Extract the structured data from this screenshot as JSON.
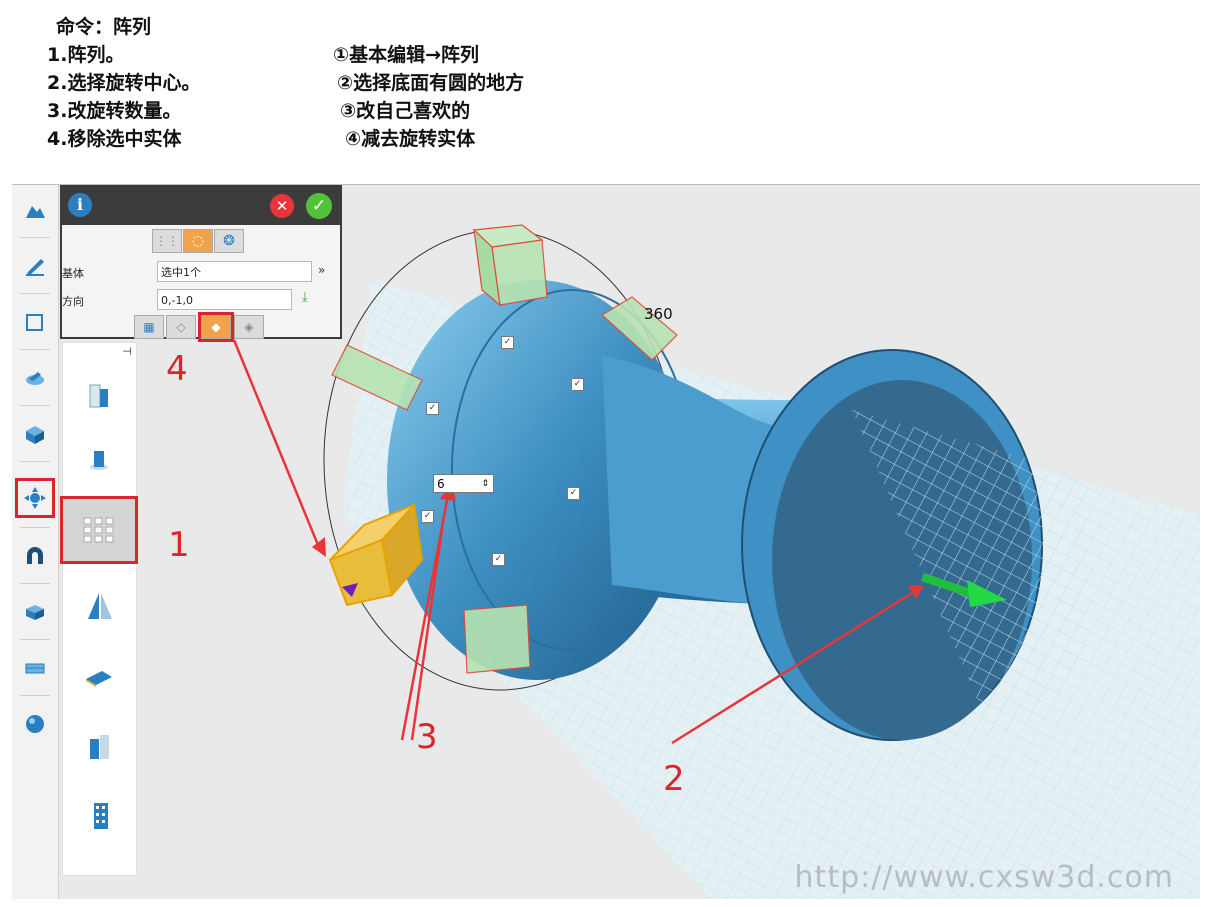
{
  "notes": {
    "title": "命令：阵列",
    "steps": [
      "1.阵列。",
      "2.选择旋转中心。",
      "3.改旋转数量。",
      "4.移除选中实体"
    ],
    "tips": [
      "①基本编辑→阵列",
      "②选择底面有圆的地方",
      "③改自己喜欢的",
      "④减去旋转实体"
    ]
  },
  "panel": {
    "base_label": "基体",
    "base_value": "选中1个",
    "direction_label": "方向",
    "direction_value": "0,-1,0"
  },
  "viewport": {
    "count_value": "6",
    "angle_value": "360",
    "watermark": "http://www.cxsw3d.com"
  },
  "callouts": {
    "c1": "1",
    "c2": "2",
    "c3": "3",
    "c4": "4"
  },
  "colors": {
    "accent": "#d9262c",
    "part": "#3f8fc4",
    "grid": "#bfe2ea"
  }
}
